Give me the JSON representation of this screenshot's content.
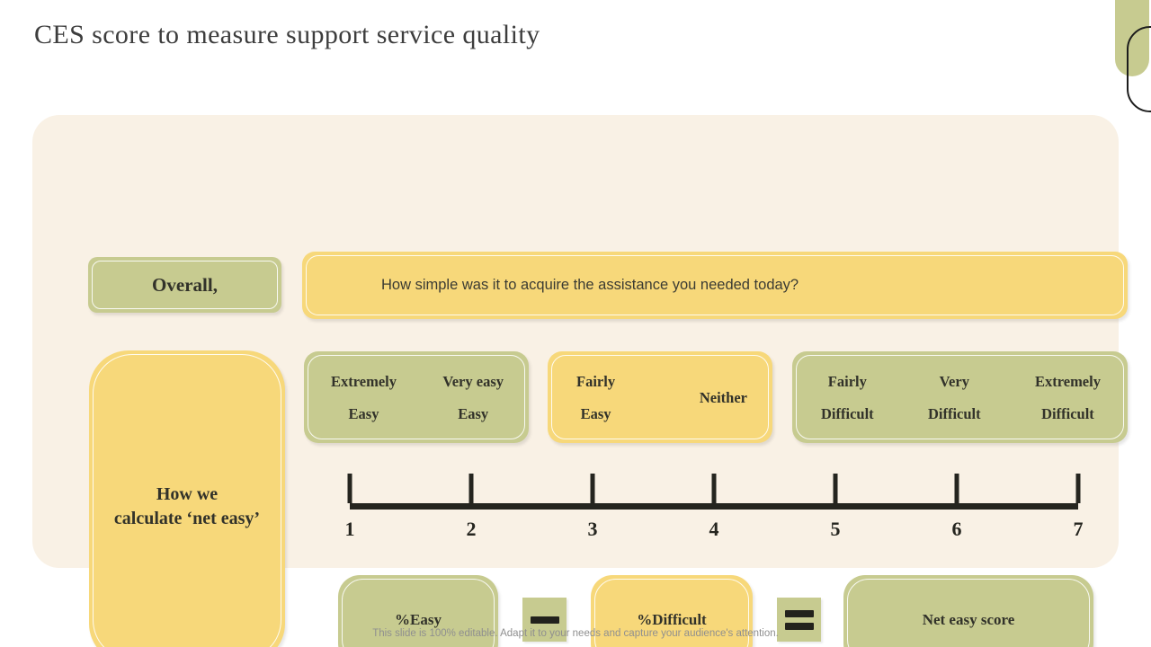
{
  "page": {
    "title": "CES score to measure support service quality",
    "footer": "This slide is 100% editable. Adapt it to your needs and capture your audience's attention."
  },
  "colors": {
    "green": "#c7cb90",
    "yellow": "#f7d87a",
    "panel_bg": "#f9f1e5",
    "ink": "#32322a"
  },
  "intro": {
    "overall_label": "Overall,",
    "question": "How simple was it to acquire the assistance you needed today?"
  },
  "calc_panel": {
    "line1": "How we",
    "line2": "calculate ‘net easy’"
  },
  "scale_boxes": {
    "easy": {
      "col1_top": "Extremely",
      "col1_bottom": "Easy",
      "col2_top": "Very easy",
      "col2_bottom": "Easy"
    },
    "neutral": {
      "col1_top": "Fairly",
      "col1_bottom": "Easy",
      "col2_middle": "Neither"
    },
    "difficult": {
      "col1_top": "Fairly",
      "col1_bottom": "Difficult",
      "col2_top": "Very",
      "col2_bottom": "Difficult",
      "col3_top": "Extremely",
      "col3_bottom": "Difficult"
    }
  },
  "scale": {
    "ticks": [
      "1",
      "2",
      "3",
      "4",
      "5",
      "6",
      "7"
    ]
  },
  "formula": {
    "easy": "%Easy",
    "minus_icon": "−",
    "difficult": "%Difficult",
    "equals_icon": "=",
    "result": "Net easy score"
  }
}
